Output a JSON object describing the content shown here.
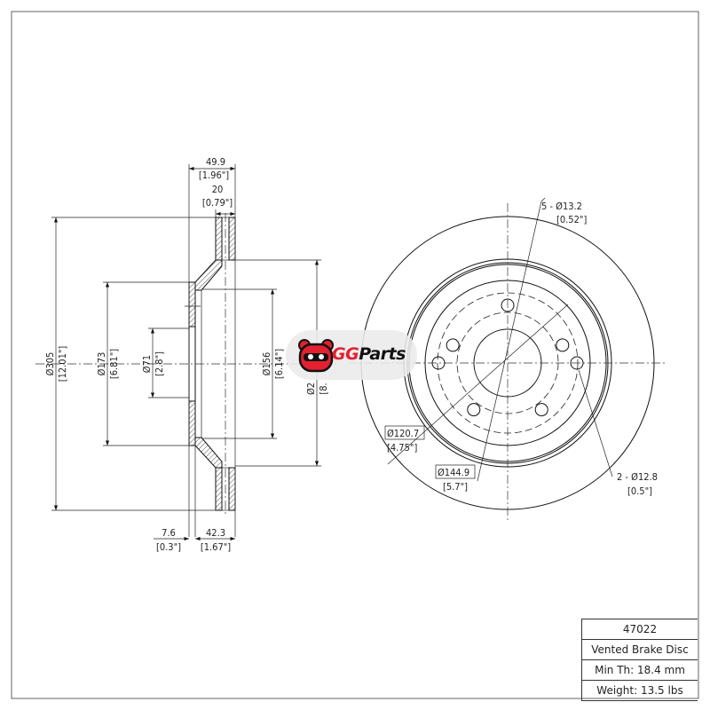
{
  "part_number": "47022",
  "part_type": "Vented Brake Disc",
  "min_thickness": "Min Th: 18.4 mm",
  "weight": "Weight: 13.5 lbs",
  "logo": {
    "brand_a": "GG",
    "brand_b": "Parts"
  },
  "side_view": {
    "overall_width": {
      "mm": "49.9",
      "in": "[1.96\"]"
    },
    "disc_thickness": {
      "mm": "20",
      "in": "[0.79\"]"
    },
    "outer_diameter": {
      "mm": "Ø305",
      "in": "[12.01\"]"
    },
    "hat_diameter": {
      "mm": "Ø173",
      "in": "[6.81\"]"
    },
    "center_bore": {
      "mm": "Ø71",
      "in": "[2.8\"]"
    },
    "inner_hat_diameter": {
      "mm": "Ø156",
      "in": "[6.14\"]"
    },
    "hidden_diameter": {
      "mm": "Ø2",
      "in": "[8."
    },
    "flange_offset": {
      "mm": "7.6",
      "in": "[0.3\"]"
    },
    "hat_height": {
      "mm": "42.3",
      "in": "[1.67\"]"
    }
  },
  "front_view": {
    "bolt_holes": {
      "mm": "5 - Ø13.2",
      "in": "[0.52\"]"
    },
    "bolt_circle": {
      "mm": "Ø120.7",
      "in": "[4.75\"]"
    },
    "pitch_circle": {
      "mm": "Ø144.9",
      "in": "[5.7\"]"
    },
    "extra_holes": {
      "mm": "2 - Ø12.8",
      "in": "[0.5\"]"
    }
  }
}
